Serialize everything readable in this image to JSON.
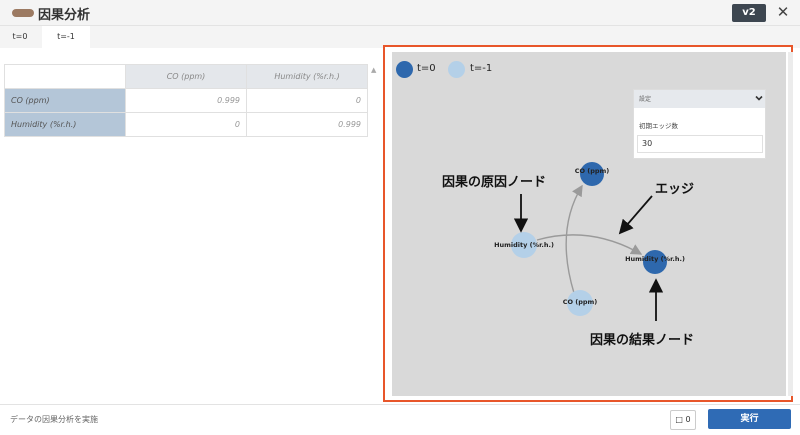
{
  "header": {
    "title": "因果分析",
    "version_label": "v2",
    "close_glyph": "✕"
  },
  "tabs": [
    {
      "label": "t=0"
    },
    {
      "label": "t=-1"
    }
  ],
  "matrix": {
    "columns": [
      "CO (ppm)",
      "Humidity (%r.h.)"
    ],
    "rows": [
      {
        "label": "CO (ppm)",
        "values": [
          "0.999",
          "0"
        ]
      },
      {
        "label": "Humidity (%r.h.)",
        "values": [
          "0",
          "0.999"
        ]
      }
    ]
  },
  "legend": [
    {
      "label": "t=0",
      "color": "#2e68ad"
    },
    {
      "label": "t=-1",
      "color": "#b4d0e8"
    }
  ],
  "settings": {
    "title": "設定",
    "edge_label": "初期エッジ数",
    "edge_value": "30"
  },
  "graph": {
    "nodes": [
      {
        "label": "CO (ppm)",
        "time": "t=0"
      },
      {
        "label": "Humidity (%r.h.)",
        "time": "t=-1"
      },
      {
        "label": "Humidity (%r.h.)",
        "time": "t=0"
      },
      {
        "label": "CO (ppm)",
        "time": "t=-1"
      }
    ],
    "node_color_t0": "#2e68ad",
    "node_color_t1": "#b4d0e8",
    "edge_color": "#9a9a9a"
  },
  "annotations": {
    "cause_node": "因果の原因ノード",
    "edge": "エッジ",
    "effect_node": "因果の結果ノード"
  },
  "footer": {
    "status": "データの因果分析を実施",
    "comment_count": "0",
    "run_label": "実行"
  },
  "colors": {
    "accent": "#e8562a",
    "primary": "#2f6bb5"
  }
}
